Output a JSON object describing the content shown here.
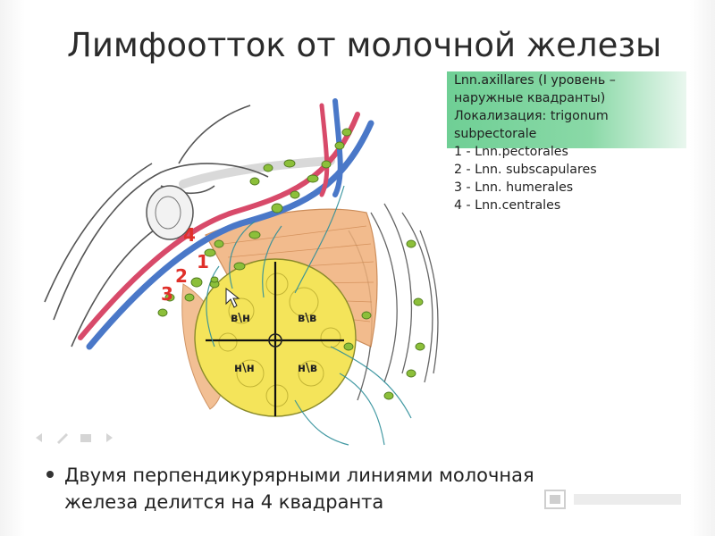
{
  "title": "Лимфоотток от молочной железы",
  "info": {
    "lines": [
      "Lnn.axillares (I уровень –",
      "наружные квадранты)",
      "Локализация: trigonum",
      "subpectorale",
      "1 - Lnn.pectorales",
      "2 - Lnn. subscapulares",
      "3 - Lnn. humerales",
      "4 - Lnn.centrales"
    ]
  },
  "diagram": {
    "node_numbers": [
      "4",
      "1",
      "2",
      "3"
    ],
    "quadrants": [
      "в\\н",
      "в\\в",
      "н\\н",
      "н\\в"
    ]
  },
  "bullet": {
    "line1": "Двумя перпендикурярными линиями молочная",
    "line2": "железа делится на 4 квадранта"
  },
  "colors": {
    "info_band": "#6fcf95",
    "breast_fill": "#f4e45a",
    "muscle_fill": "#f0b07a",
    "artery": "#d84a6a",
    "vein": "#4a78c8",
    "lymph_node": "#8cbf3a",
    "lymph_vessel": "#2f8f9a",
    "number_red": "#e0302a"
  }
}
